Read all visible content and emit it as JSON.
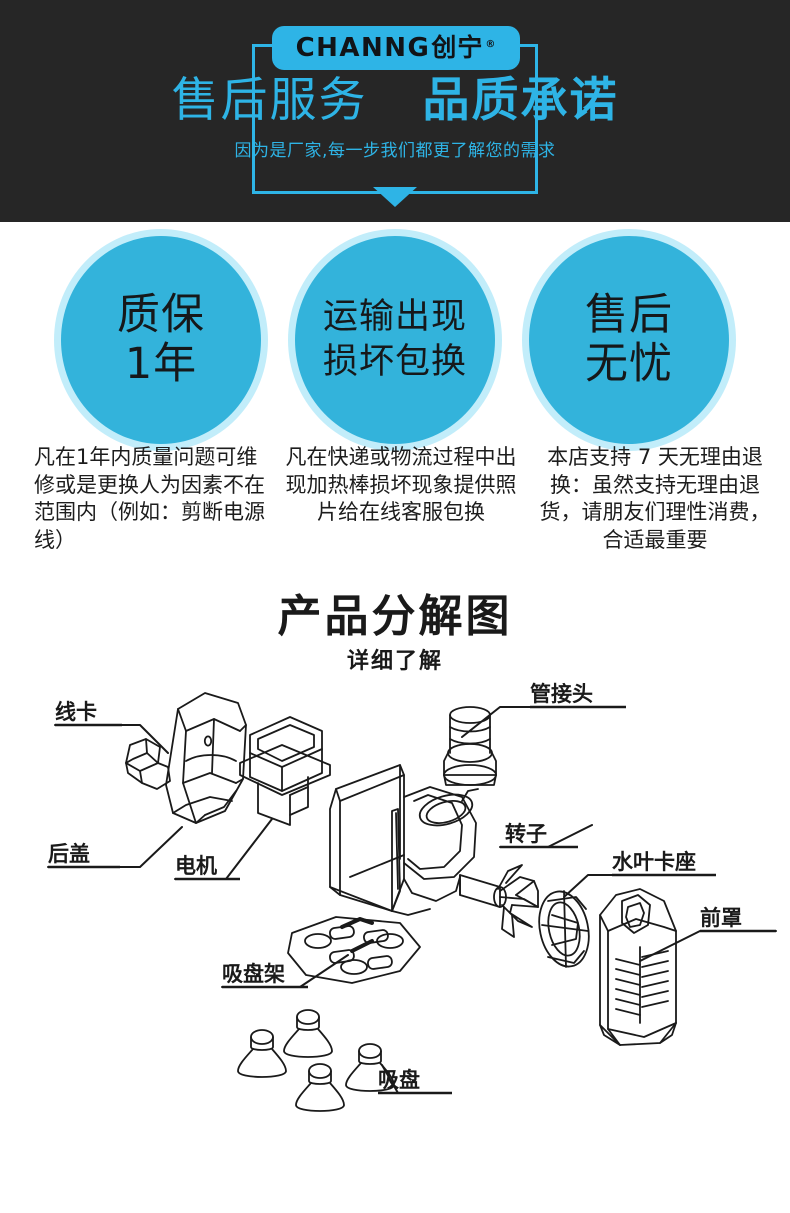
{
  "header": {
    "logo": {
      "latin": "CHANNG",
      "cn": "创宁",
      "registered": "®"
    },
    "title_part1": "售后服务",
    "title_part2": "品质承诺",
    "subtitle": "因为是厂家,每一步我们都更了解您的需求",
    "accent_color": "#2EB4E6",
    "background_color": "#262626"
  },
  "guarantee": {
    "circle_color": "#33B3DB",
    "items": [
      {
        "circle_lines": [
          "质保",
          "1年"
        ],
        "blurb": "凡在1年内质量问题可维修或是更换人为因素不在范围内（例如：剪断电源线）"
      },
      {
        "circle_lines": [
          "运输出现",
          "损坏包换"
        ],
        "blurb": "凡在快递或物流过程中出现加热棒损坏现象提供照片给在线客服包换"
      },
      {
        "circle_lines": [
          "售后",
          "无忧"
        ],
        "blurb": "本店支持 7 天无理由退换：虽然支持无理由退货，请朋友们理性消费，合适最重要"
      }
    ]
  },
  "diagram": {
    "title": "产品分解图",
    "subtitle": "详细了解",
    "labels": [
      {
        "id": "cable-clip",
        "text": "线卡"
      },
      {
        "id": "back-cover",
        "text": "后盖"
      },
      {
        "id": "motor",
        "text": "电机"
      },
      {
        "id": "pipe-joint",
        "text": "管接头"
      },
      {
        "id": "rotor",
        "text": "转子"
      },
      {
        "id": "impeller-seat",
        "text": "水叶卡座"
      },
      {
        "id": "front-cover",
        "text": "前罩"
      },
      {
        "id": "sucker-rack",
        "text": "吸盘架"
      },
      {
        "id": "sucker",
        "text": "吸盘"
      }
    ]
  }
}
